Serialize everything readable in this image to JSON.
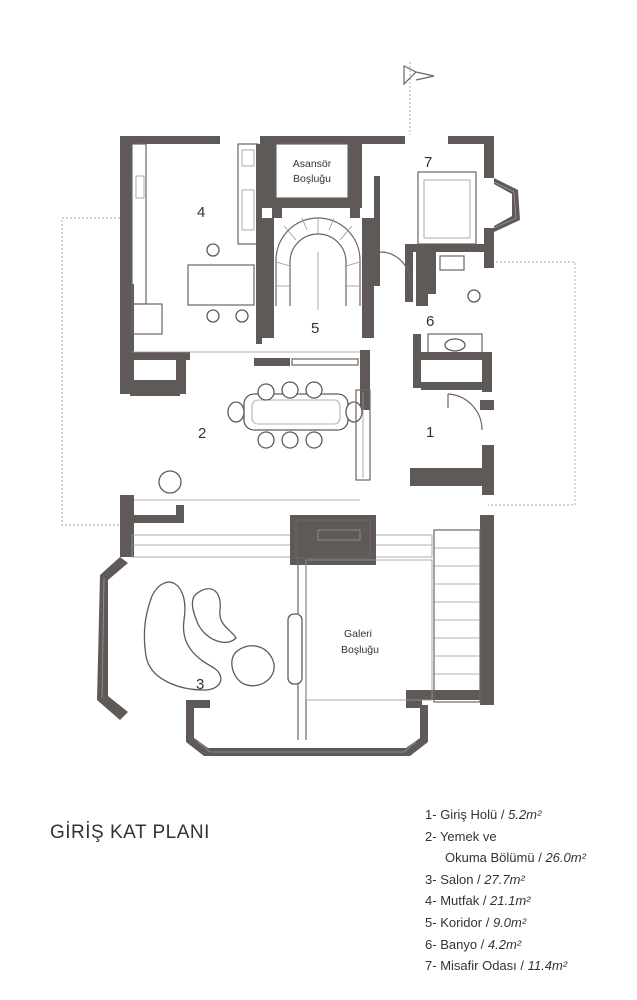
{
  "title": "GİRİŞ KAT PLANI",
  "rooms": [
    {
      "num": "1",
      "name": "Giriş Holü",
      "area": "5.2m²"
    },
    {
      "num": "2",
      "name": "Yemek ve",
      "name2": "Okuma Bölümü",
      "area": "26.0m²"
    },
    {
      "num": "3",
      "name": "Salon",
      "area": "27.7m²"
    },
    {
      "num": "4",
      "name": "Mutfak",
      "area": "21.1m²"
    },
    {
      "num": "5",
      "name": "Koridor",
      "area": "9.0m²"
    },
    {
      "num": "6",
      "name": "Banyo",
      "area": "4.2m²"
    },
    {
      "num": "7",
      "name": "Misafir Odası",
      "area": "11.4m²"
    }
  ],
  "plan_labels": {
    "elevator_1": "Asansör",
    "elevator_2": "Boşluğu",
    "gallery_1": "Galeri",
    "gallery_2": "Boşluğu"
  },
  "colors": {
    "wall": "#5f5a57",
    "line": "#9a9694",
    "text": "#333333"
  },
  "icons": {
    "north_arrow": "north-arrow-icon"
  }
}
